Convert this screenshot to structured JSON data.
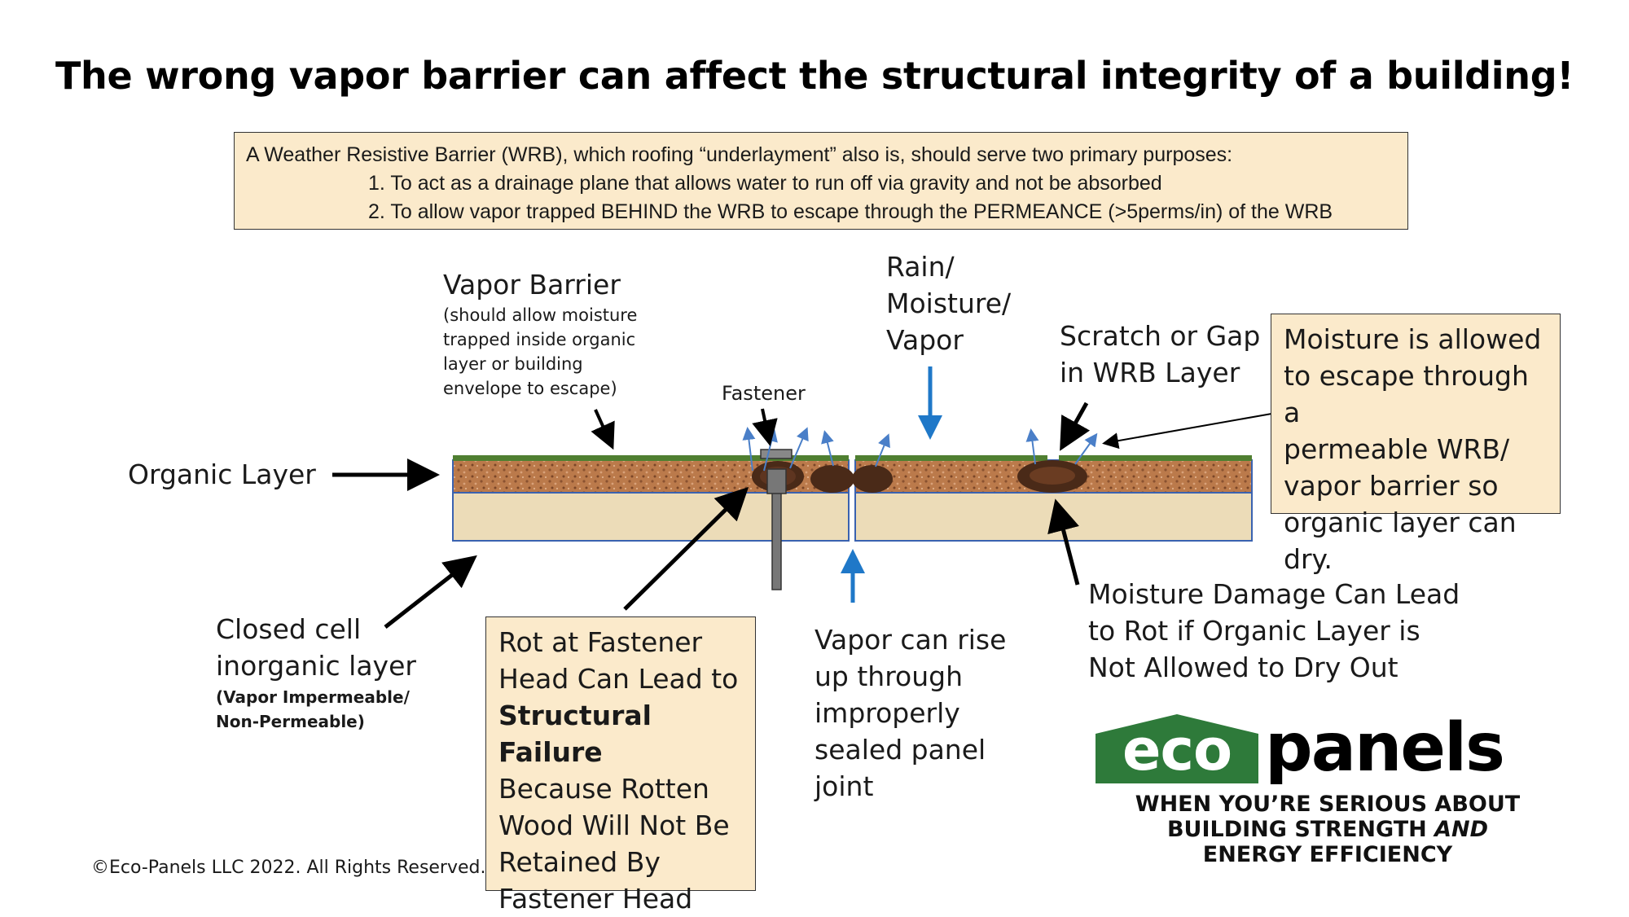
{
  "title": "The wrong vapor barrier can affect the structural integrity of a building!",
  "info": {
    "line1": "A Weather Resistive Barrier (WRB), which roofing “underlayment” also is, should serve two primary purposes:",
    "line2": "1. To act as a drainage plane that allows water to run off via gravity and not be absorbed",
    "line3": "2. To allow vapor trapped BEHIND the WRB to escape through the PERMEANCE (>5perms/in) of the WRB"
  },
  "labels": {
    "vapor_barrier_title": "Vapor Barrier",
    "vapor_barrier_note": [
      "(should allow moisture",
      "trapped inside organic",
      "layer or building",
      "envelope to escape)"
    ],
    "rain": [
      "Rain/",
      "Moisture/",
      "Vapor"
    ],
    "fastener": "Fastener",
    "scratch": [
      "Scratch or Gap",
      "in WRB Layer"
    ],
    "organic_layer": "Organic Layer",
    "closed_cell": [
      "Closed cell",
      "inorganic layer"
    ],
    "closed_cell_note": [
      "(Vapor Impermeable/",
      "Non-Permeable)"
    ],
    "vapor_rise": [
      "Vapor can rise",
      "up through",
      "improperly",
      "sealed panel",
      "joint"
    ],
    "moisture_damage": [
      "Moisture Damage Can Lead",
      "to Rot if Organic Layer is",
      "Not Allowed to Dry Out"
    ]
  },
  "moisture_box": [
    "Moisture is allowed",
    "to escape through a",
    "permeable WRB/",
    "vapor barrier so",
    "organic layer can dry."
  ],
  "rot_box": {
    "line1": "Rot at Fastener",
    "line2": "Head Can Lead to",
    "bold": "Structural Failure",
    "rest": [
      "Because Rotten",
      "Wood Will Not Be",
      "Retained By",
      "Fastener Head"
    ]
  },
  "logo": {
    "eco": "eco",
    "panels": "panels",
    "color": "#2e7a3a"
  },
  "tagline": {
    "line1": "WHEN YOU’RE SERIOUS ABOUT",
    "line2_a": "BUILDING STRENGTH ",
    "line2_b": "AND",
    "line3": "ENERGY EFFICIENCY"
  },
  "copyright": "©Eco-Panels LLC 2022.  All Rights Reserved.",
  "colors": {
    "wrb_green": "#4f7f31",
    "organic": "#b9784a",
    "inorganic": "#ecdcb8",
    "arrow_blue": "#1f78c8",
    "box_fill": "#fbeacb"
  }
}
